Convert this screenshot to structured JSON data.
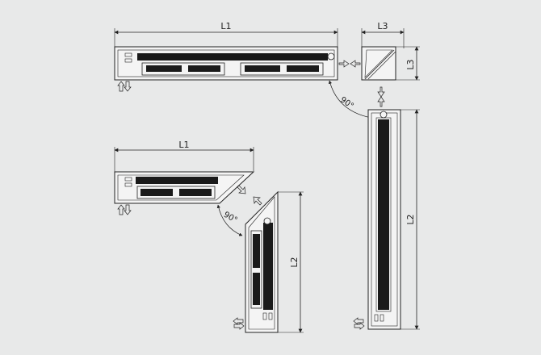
{
  "diagram": {
    "top_unit": {
      "length_label": "L1",
      "depth_label": "L3"
    },
    "corner_unit": {
      "angle_label": "90°"
    },
    "vertical_unit": {
      "length_label": "L2"
    },
    "angled_pair": {
      "length_label_top": "L1",
      "length_label_side": "L2",
      "angle_label": "90°"
    }
  },
  "colors": {
    "background": "#e8e9e9",
    "outline": "#222222",
    "housing": "#f4f4f4",
    "grille": "#1a1a1a"
  },
  "icons": [
    "air-flow-arrow-icon",
    "bidirectional-arrow-icon",
    "connector-icon"
  ]
}
